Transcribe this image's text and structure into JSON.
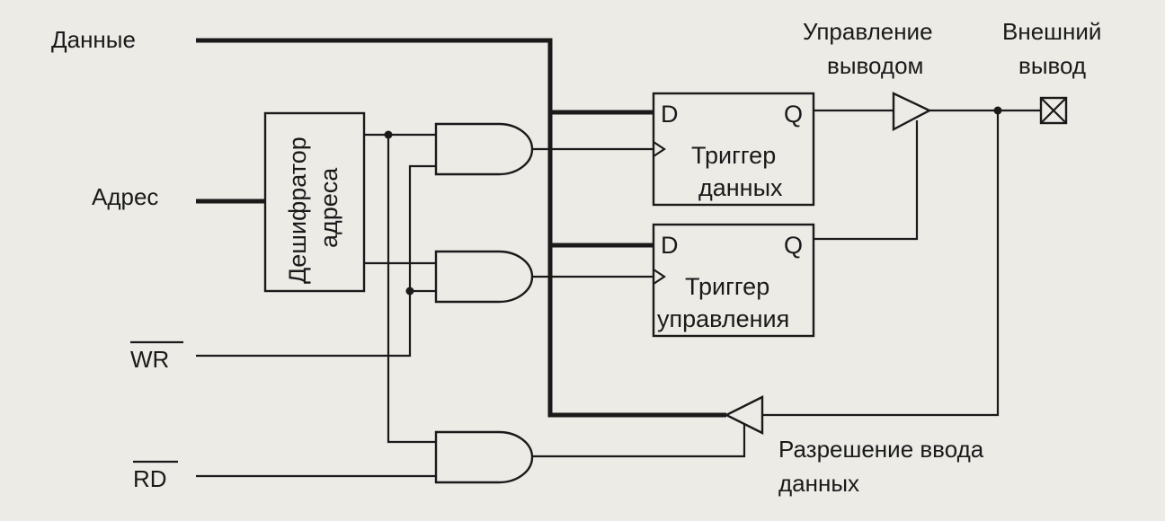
{
  "labels": {
    "data": "Данные",
    "address": "Адрес",
    "wr": "WR",
    "rd": "RD",
    "output_control_1": "Управление",
    "output_control_2": "выводом",
    "external_pin_1": "Внешний",
    "external_pin_2": "вывод",
    "input_enable_1": "Разрешение ввода",
    "input_enable_2": "данных"
  },
  "blocks": {
    "decoder_1": "Дешифратор",
    "decoder_2": "адреса",
    "data_trigger_1": "Триггер",
    "data_trigger_2": "данных",
    "control_trigger_1": "Триггер",
    "control_trigger_2": "управления",
    "d_pin": "D",
    "q_pin": "Q"
  },
  "colors": {
    "background": "#ecebe6",
    "ink": "#1a1a1a"
  }
}
